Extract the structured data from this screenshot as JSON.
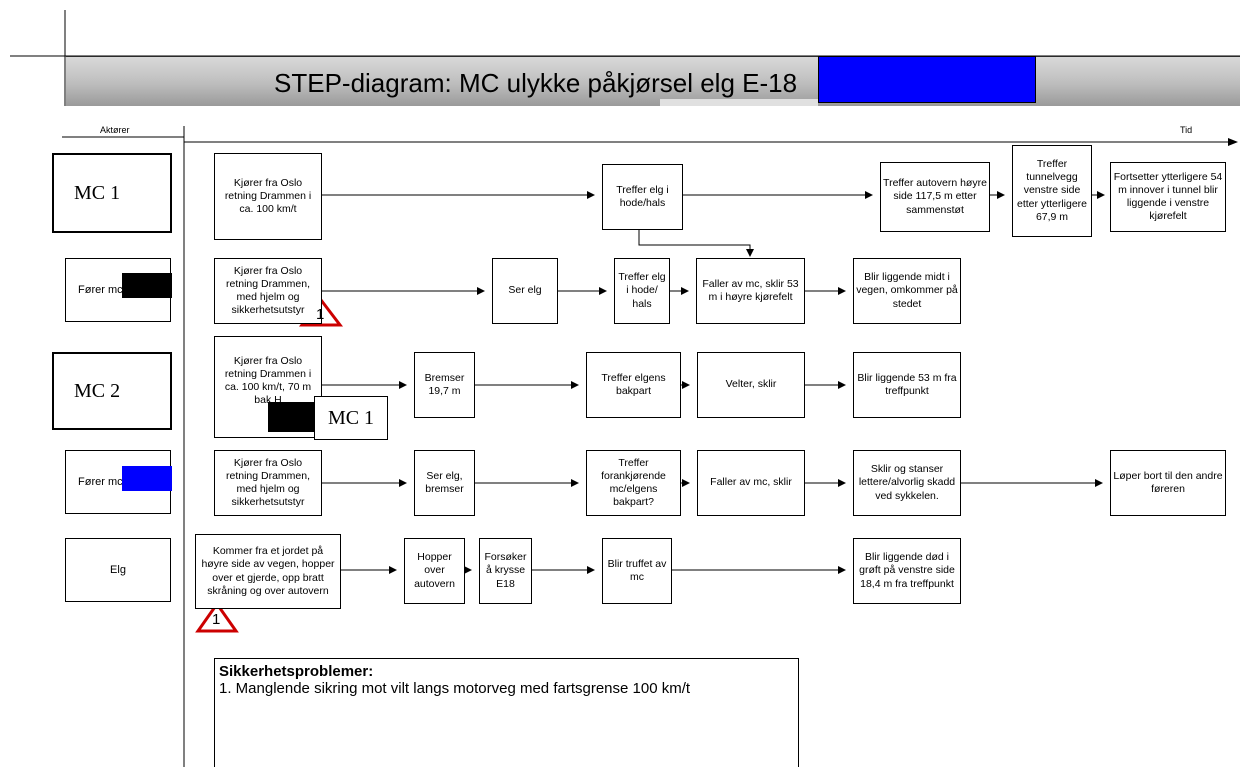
{
  "title": "STEP-diagram: MC ulykke påkjørsel elg E-18",
  "axis": {
    "actors_label": "Aktører",
    "time_label": "Tid"
  },
  "actors": {
    "mc1": "MC 1",
    "forer_mc1": "Fører mc",
    "mc2": "MC 2",
    "forer_mc2": "Fører mc",
    "elg": "Elg"
  },
  "events": {
    "mc1_1": "Kjører fra Oslo retning Drammen i ca. 100 km/t",
    "mc1_2": "Treffer elg i hode/hals",
    "mc1_3": "Treffer autovern høyre side 117,5 m etter sammenstøt",
    "mc1_4": "Treffer tunnelvegg venstre side etter ytterligere 67,9 m",
    "mc1_5": "Fortsetter ytterligere 54 m innover i tunnel blir liggende i venstre kjørefelt",
    "f1_1": "Kjører fra Oslo retning Drammen, med hjelm og sikkerhetsutstyr",
    "f1_2": "Ser elg",
    "f1_3": "Treffer elg i hode/ hals",
    "f1_4": "Faller av mc, sklir 53 m i høyre kjørefelt",
    "f1_5": "Blir liggende midt i vegen, omkommer på stedet",
    "mc2_1": "Kjører fra Oslo retning Drammen i ca. 100 km/t, 70 m bak H",
    "mc2_2": "Bremser 19,7 m",
    "mc2_3": "Treffer elgens bakpart",
    "mc2_4": "Velter, sklir",
    "mc2_5": "Blir liggende 53 m fra treffpunkt",
    "f2_1": "Kjører fra Oslo retning Drammen, med hjelm og sikkerhetsutstyr",
    "f2_2": "Ser elg, bremser",
    "f2_3": "Treffer forankjørende mc/elgens bakpart?",
    "f2_4": "Faller av mc, sklir",
    "f2_5": "Sklir og stanser lettere/alvorlig skadd ved sykkelen.",
    "f2_6": "Løper bort til den andre føreren",
    "elg_1": "Kommer fra et jordet på høyre side av vegen, hopper over et gjerde, opp bratt skråning og over autovern",
    "elg_2": "Hopper over autovern",
    "elg_3": "Forsøker å krysse E18",
    "elg_4": "Blir truffet av mc",
    "elg_5": "Blir liggende død i grøft på venstre side 18,4 m fra treffpunkt"
  },
  "callout_mc1": "MC 1",
  "warnings": {
    "w1": "1",
    "w2": "1"
  },
  "problems": {
    "heading": "Sikkerhetsproblemer:",
    "item1": "1. Manglende sikring mot vilt langs motorveg med fartsgrense 100 km/t"
  },
  "colors": {
    "redaction_blue": "#0000ff",
    "redaction_black": "#000000",
    "warning_red": "#cc0000"
  }
}
